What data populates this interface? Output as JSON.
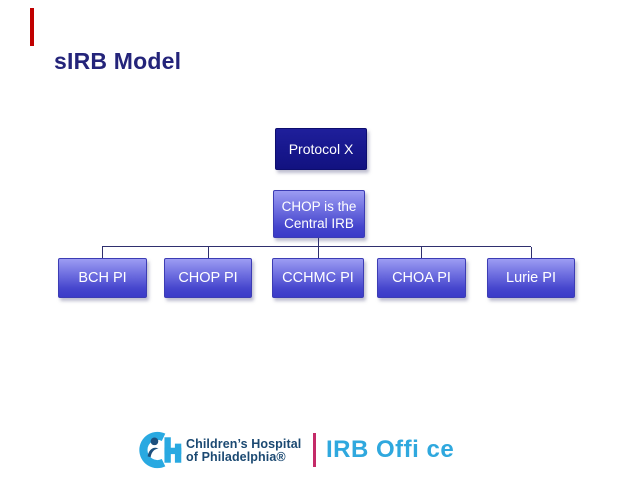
{
  "slide": {
    "title": "sIRB Model",
    "title_color": "#24247A",
    "accent_stripe_color": "#C00000",
    "background_color": "#FFFFFF"
  },
  "diagram": {
    "type": "org-chart",
    "root_node": {
      "label": "Protocol X",
      "fill": "#17178C",
      "text_color": "#FFFFFF"
    },
    "central_node": {
      "label_line1": "CHOP is the",
      "label_line2": "Central IRB",
      "fill_top": "#9C9CF3",
      "fill_bottom": "#3B3BC8",
      "text_color": "#FFFFFF"
    },
    "site_nodes": [
      {
        "label": "BCH PI"
      },
      {
        "label": "CHOP PI"
      },
      {
        "label": "CCHMC PI"
      },
      {
        "label": "CHOA PI"
      },
      {
        "label": "Lurie PI"
      }
    ],
    "connector_color": "#2F2F6E"
  },
  "footer": {
    "logo": {
      "icon": "chop-ch-logo",
      "color": "#29A9E1"
    },
    "org_line1": "Children’s Hospital",
    "org_line2": "of Philadelphia®",
    "org_text_color": "#1B4972",
    "divider_color": "#C42A68",
    "office_label": "IRB Offi ce",
    "office_color": "#2FA8DE"
  }
}
